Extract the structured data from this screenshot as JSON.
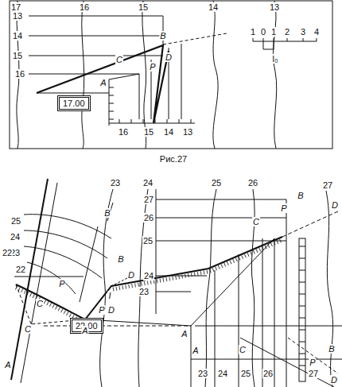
{
  "diagram": {
    "caption": "Рис.27",
    "nodes": [
      {
        "text": [
          "17.00"
        ]
      },
      {
        "text": [
          "22.00"
        ]
      }
    ],
    "labels": [
      "17",
      "16",
      "15",
      "14",
      "13",
      "13",
      "14",
      "15",
      "16",
      "B",
      "C",
      "D",
      "P",
      "A",
      "16",
      "15",
      "14",
      "13",
      "1",
      "0",
      "1",
      "2",
      "3",
      "4",
      "l₀",
      "Рис.27",
      "23",
      "24",
      "25",
      "26",
      "27",
      "27",
      "26",
      "25",
      "24",
      "23",
      "25",
      "24",
      "23",
      "22",
      "22",
      "B",
      "B",
      "D",
      "I",
      "P",
      "P",
      "D",
      "C",
      "C",
      "A",
      "A",
      "A",
      "B",
      "D",
      "P",
      "C",
      "A",
      "C",
      "P",
      "B",
      "D",
      "23",
      "24",
      "25",
      "26",
      "27"
    ]
  }
}
